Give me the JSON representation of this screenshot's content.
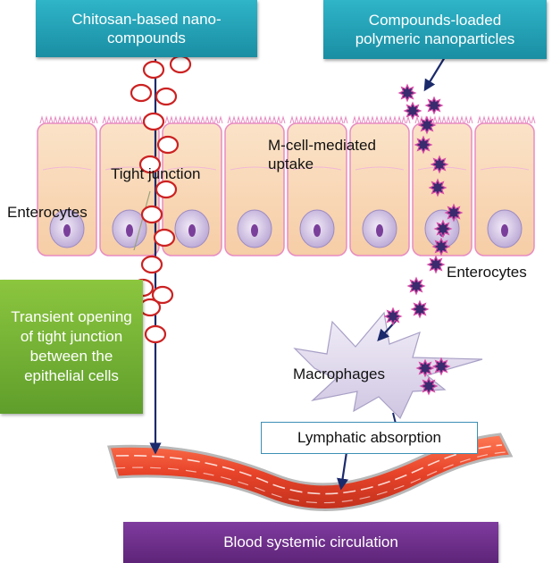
{
  "boxes": {
    "chitosan": "Chitosan-based nano-\ncompounds",
    "compounds_loaded": "Compounds-loaded\npolymeric nanoparticles",
    "transient": "Transient opening of tight junction between the epithelial cells",
    "lymphatic": "Lymphatic absorption",
    "blood": "Blood systemic circulation"
  },
  "labels": {
    "tight_junction": "Tight junction",
    "enterocytes_left": "Enterocytes",
    "enterocytes_right": "Enterocytes",
    "m_cell": "M-cell-mediated\nuptake",
    "macrophages": "Macrophages"
  },
  "colors": {
    "cell_fill": "#f9d7b5",
    "cell_border": "#e88cc2",
    "nucleus": "#7a3f9a",
    "nanoparticle_ring": "#cc2222",
    "star_particle": "#3a2a6e",
    "arrow": "#1b2a6b",
    "vessel": "#e8442a"
  }
}
